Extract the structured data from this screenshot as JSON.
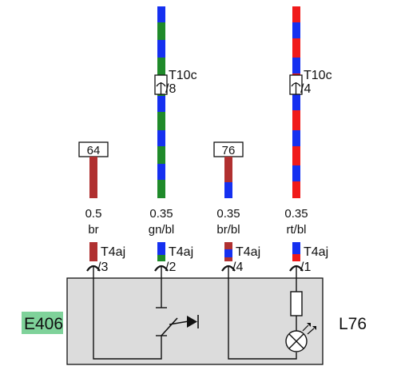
{
  "colors": {
    "brown": "#b03030",
    "green": "#1f8a2a",
    "blue": "#1530f0",
    "red": "#f01a1a",
    "component_fill": "#dcdcdc",
    "highlight": "#7fd29a"
  },
  "connector_t10c": {
    "name": "T10c",
    "pin_gnbl": "/8",
    "pin_rtbl": "/4"
  },
  "terminals": {
    "t64": "64",
    "t76": "76"
  },
  "wires": [
    {
      "size": "0.5",
      "color": "br"
    },
    {
      "size": "0.35",
      "color": "gn/bl"
    },
    {
      "size": "0.35",
      "color": "br/bl"
    },
    {
      "size": "0.35",
      "color": "rt/bl"
    }
  ],
  "connector_t4aj": {
    "name": "T4aj",
    "pins": [
      "/3",
      "/2",
      "/4",
      "/1"
    ]
  },
  "component": {
    "switch_ref": "E406",
    "lamp_ref": "L76"
  }
}
